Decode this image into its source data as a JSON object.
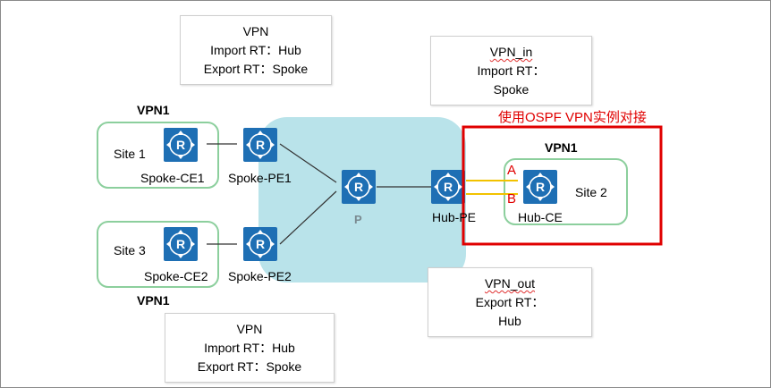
{
  "notes": {
    "top_left": {
      "line1": "VPN",
      "line2": "Import RT：Hub",
      "line3": "Export RT：Spoke"
    },
    "top_right": {
      "line1": "VPN_in",
      "line2": "Import RT：",
      "line3": "Spoke"
    },
    "bottom_right": {
      "line1": "VPN_out",
      "line2": "Export RT：",
      "line3": "Hub"
    },
    "bottom_left": {
      "line1": "VPN",
      "line2": "Import RT：Hub",
      "line3": "Export RT：Spoke"
    }
  },
  "sites": {
    "site1": "Site 1",
    "site3": "Site 3",
    "site2": "Site 2"
  },
  "vpn_labels": {
    "top_left": "VPN1",
    "bottom_left": "VPN1",
    "right": "VPN1"
  },
  "routers": {
    "spoke_ce1": "Spoke-CE1",
    "spoke_pe1": "Spoke-PE1",
    "spoke_ce2": "Spoke-CE2",
    "spoke_pe2": "Spoke-PE2",
    "p": "P",
    "hub_pe": "Hub-PE",
    "hub_ce": "Hub-CE"
  },
  "links": {
    "a": "A",
    "b": "B"
  },
  "callout": "使用OSPF VPN实例对接",
  "colors": {
    "router_fill": "#1e6fb4",
    "core_cloud": "#b9e3ea",
    "site_border": "#8ccf9d",
    "highlight_border": "#e00000",
    "link_ab": "#f2c200"
  }
}
